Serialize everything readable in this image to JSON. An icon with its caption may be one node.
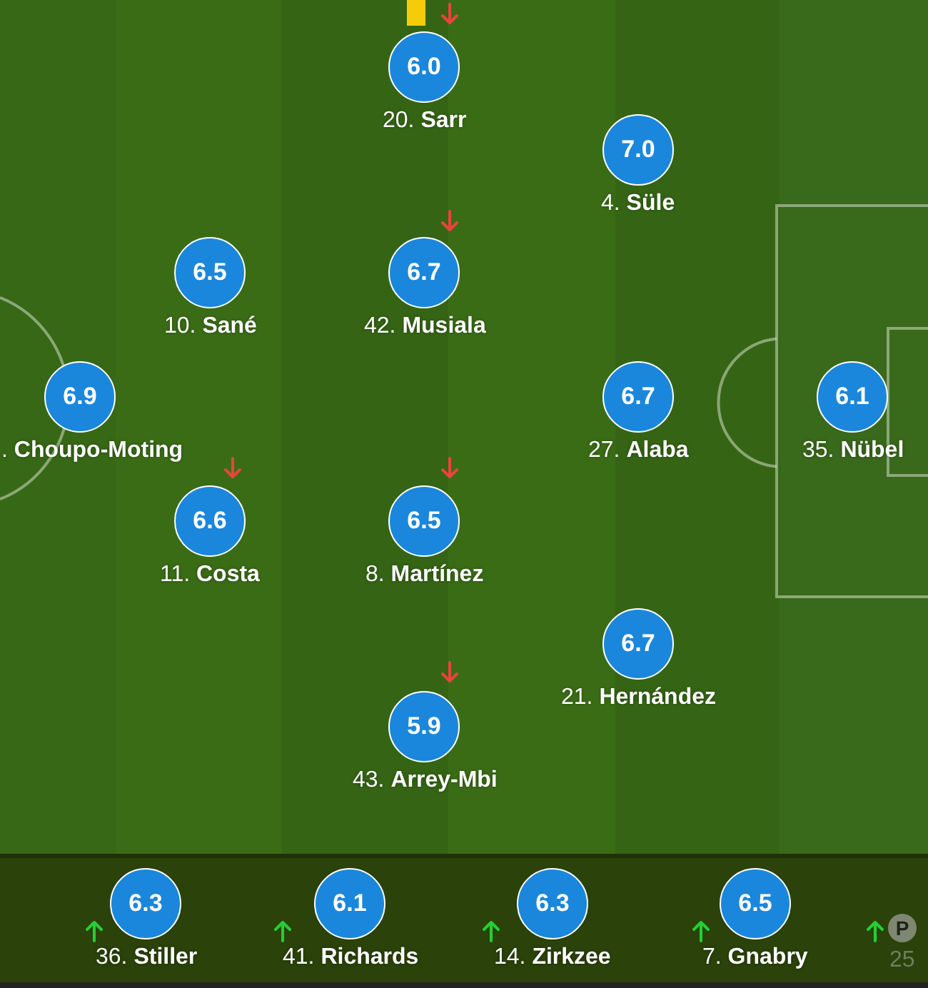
{
  "diagram": {
    "nodes": [
      {
        "text": [
          "6.0"
        ],
        "beside": [
          "20. **Sarr**"
        ]
      },
      {
        "text": [
          "7.0"
        ],
        "beside": [
          "4. **Süle**"
        ]
      },
      {
        "text": [
          "6.5"
        ],
        "beside": [
          "10. **Sané**"
        ]
      },
      {
        "text": [
          "6.7"
        ],
        "beside": [
          "42. **Musiala**"
        ]
      },
      {
        "text": [
          "6.9"
        ],
        "beside": [
          ". **Choupo-Moting**"
        ]
      },
      {
        "text": [
          "6.7"
        ],
        "beside": [
          "27. **Alaba**"
        ]
      },
      {
        "text": [
          "6.1"
        ],
        "beside": [
          "35. **Nübel**"
        ]
      },
      {
        "text": [
          "6.6"
        ],
        "beside": [
          "11. **Costa**"
        ]
      },
      {
        "text": [
          "6.5"
        ],
        "beside": [
          "8. **Martínez**"
        ]
      },
      {
        "text": [
          "6.7"
        ],
        "beside": [
          "21. **Hernández**"
        ]
      },
      {
        "text": [
          "5.9"
        ],
        "beside": [
          "43. **Arrey-Mbi**"
        ]
      },
      {
        "text": [
          "6.3"
        ],
        "beside": [
          "36. **Stiller**"
        ]
      },
      {
        "text": [
          "6.1"
        ],
        "beside": [
          "41. **Richards**"
        ]
      },
      {
        "text": [
          "6.3"
        ],
        "beside": [
          "14. **Zirkzee**"
        ]
      },
      {
        "text": [
          "6.5"
        ],
        "beside": [
          "7. **Gnabry**"
        ]
      },
      {
        "text": [
          "P"
        ],
        "beside": [
          "25"
        ]
      }
    ]
  }
}
